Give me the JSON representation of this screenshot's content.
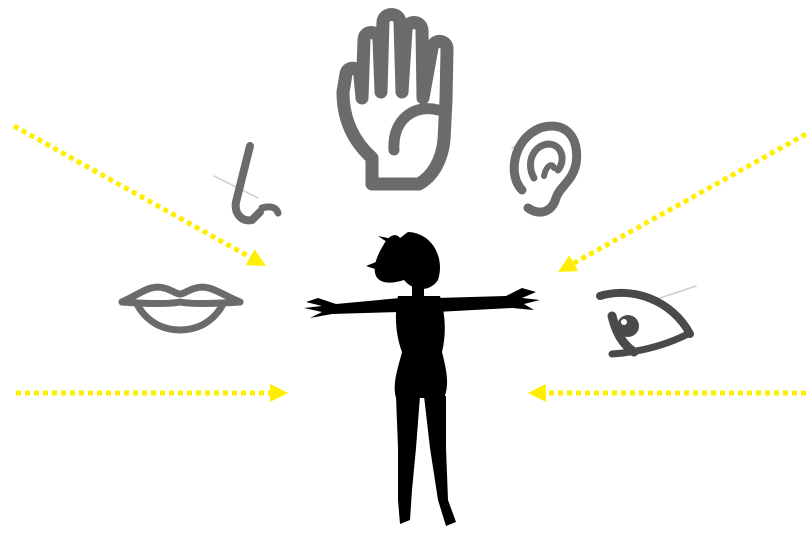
{
  "diagram": {
    "nodes": [
      {
        "id": "hand",
        "icon": "hand-icon",
        "sense": "touch"
      },
      {
        "id": "nose",
        "icon": "nose-icon",
        "sense": "smell"
      },
      {
        "id": "ear",
        "icon": "ear-icon",
        "sense": "hearing"
      },
      {
        "id": "mouth",
        "icon": "lips-icon",
        "sense": "taste"
      },
      {
        "id": "eye",
        "icon": "eye-icon",
        "sense": "sight"
      },
      {
        "id": "person",
        "icon": "person-silhouette",
        "role": "center"
      }
    ],
    "arrows": [
      {
        "id": "arrow-upper-left",
        "direction": "inward"
      },
      {
        "id": "arrow-lower-left",
        "direction": "inward"
      },
      {
        "id": "arrow-upper-right",
        "direction": "inward"
      },
      {
        "id": "arrow-lower-right",
        "direction": "inward"
      }
    ]
  },
  "colors": {
    "arrow": "#ffee00",
    "icon_stroke": "#6b6b6b",
    "silhouette": "#000000",
    "background": "#ffffff"
  }
}
